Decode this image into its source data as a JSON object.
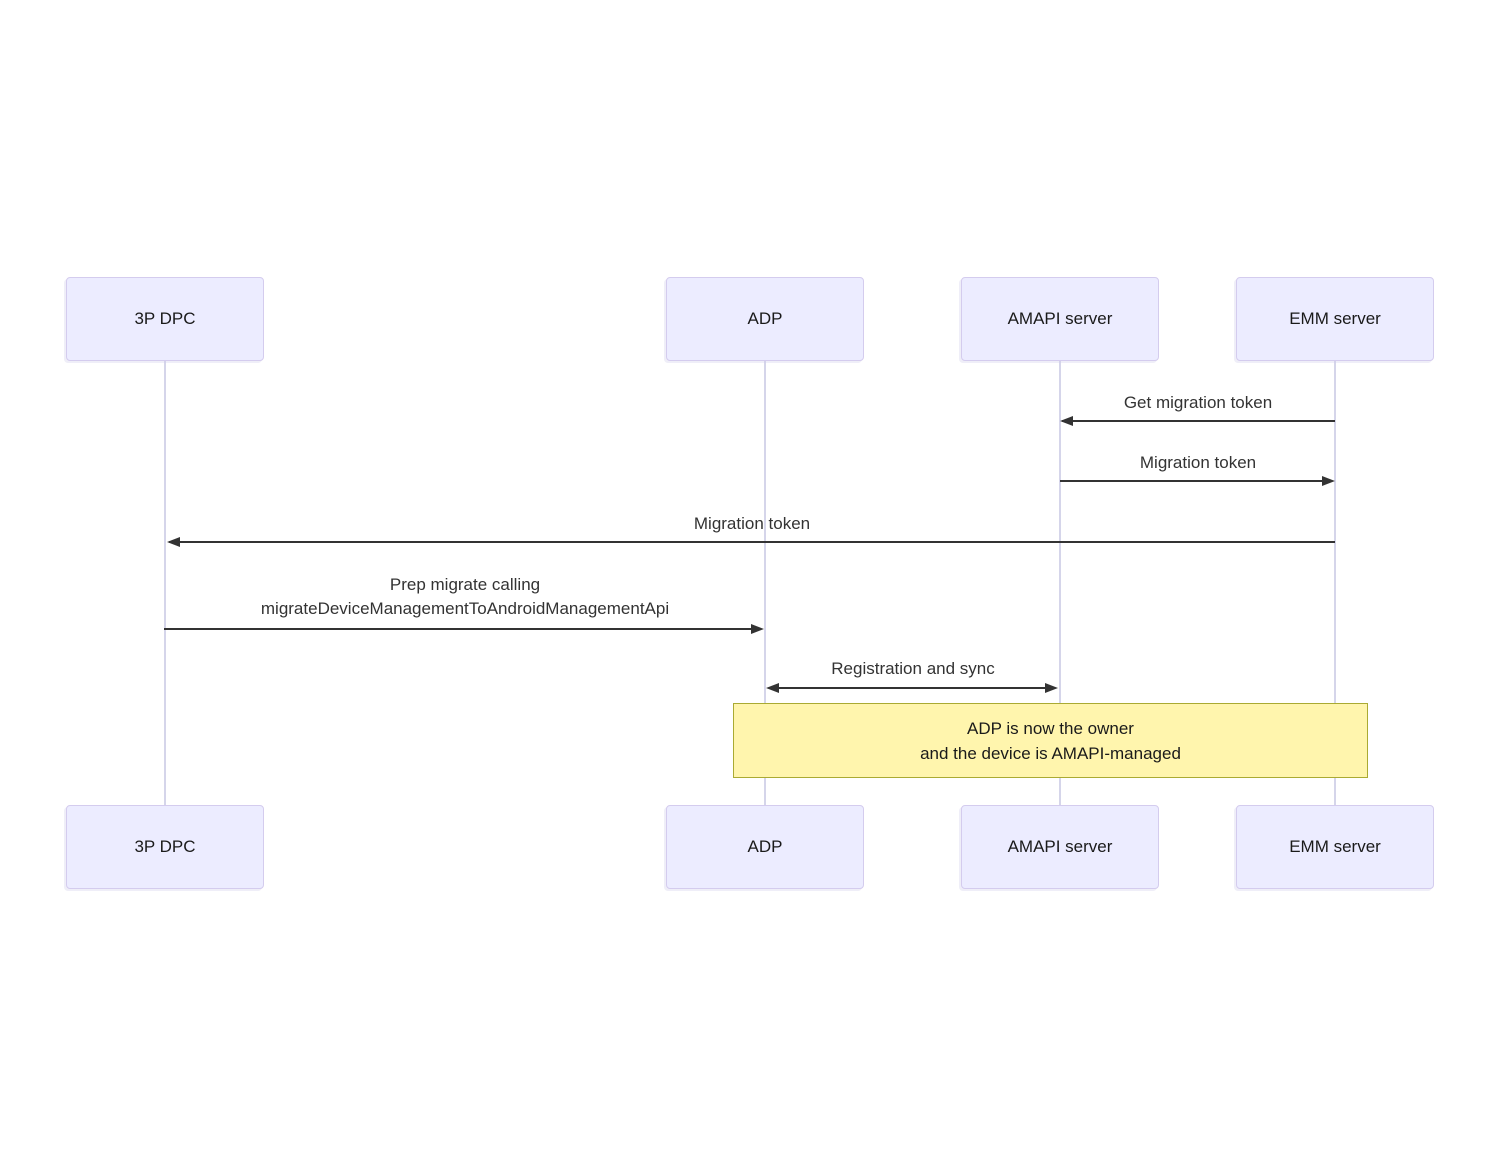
{
  "diagram": {
    "type": "sequence-diagram",
    "actors": [
      {
        "name": "3P DPC"
      },
      {
        "name": "ADP"
      },
      {
        "name": "AMAPI server"
      },
      {
        "name": "EMM server"
      }
    ],
    "messages": [
      {
        "label": "Get migration token",
        "from": "EMM server",
        "to": "AMAPI server",
        "direction": "left",
        "style": "solid"
      },
      {
        "label": "Migration token",
        "from": "AMAPI server",
        "to": "EMM server",
        "direction": "right",
        "style": "solid"
      },
      {
        "label": "Migration token",
        "from": "EMM server",
        "to": "3P DPC",
        "direction": "left",
        "style": "solid"
      },
      {
        "label_line1": "Prep migrate calling",
        "label_line2": "migrateDeviceManagementToAndroidManagementApi",
        "from": "3P DPC",
        "to": "ADP",
        "direction": "right",
        "style": "solid"
      },
      {
        "label": "Registration and sync",
        "from": "ADP",
        "to": "AMAPI server",
        "direction": "both",
        "style": "solid"
      }
    ],
    "note": {
      "line1": "ADP is now the owner",
      "line2": "and the device is AMAPI-managed",
      "spans": "ADP to EMM server"
    },
    "colors": {
      "actor_fill": "#ececff",
      "actor_border": "#d4ccee",
      "lifeline": "#d5d5ea",
      "message": "#333333",
      "note_fill": "#fff5ad",
      "note_border": "#aaaa33",
      "background": "#ffffff"
    }
  }
}
